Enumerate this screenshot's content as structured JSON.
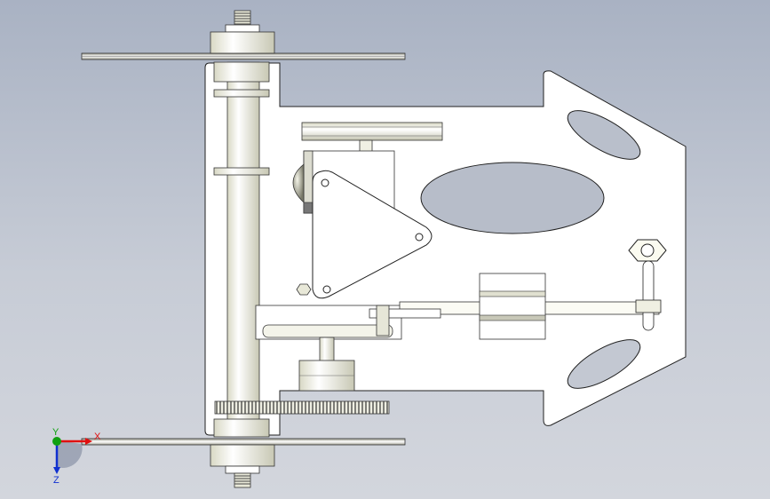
{
  "view": {
    "background_top": "#a9b2c3",
    "background_bottom": "#d3d6dd"
  },
  "model": {
    "parts": [
      "wheel-left",
      "wheel-right",
      "chassis-plate",
      "drive-axle",
      "gear",
      "triangle-link",
      "slider-block",
      "pulley",
      "hex-nut"
    ]
  },
  "triad": {
    "x_label": "X",
    "y_label": "Y",
    "z_label": "Z",
    "x_color": "#e01010",
    "y_color": "#10a010",
    "z_color": "#1030d0"
  }
}
